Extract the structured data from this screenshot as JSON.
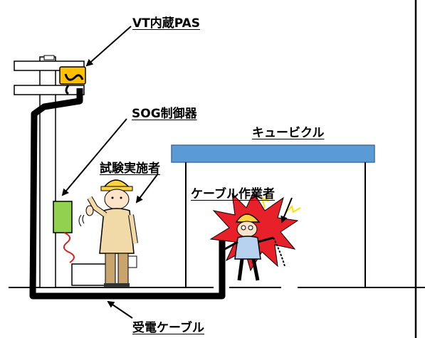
{
  "labels": {
    "vt_pas": "VT内蔵PAS",
    "sog_controller": "SOG制御器",
    "cubicle": "キュービクル",
    "tester": "試験実施者",
    "cable_worker": "ケーブル作業者",
    "receiving_cable": "受電ケーブル"
  },
  "colors": {
    "cubicle_roof": "#5b9bd5",
    "sog_box": "#92d050",
    "pas_box": "#ffc000",
    "helmet": "#ffd23f",
    "cable": "#000000",
    "wire_red": "#e02020",
    "spark_red": "#e8202a",
    "spark_yellow": "#ffe000",
    "arrow": "#000000"
  },
  "icons": {
    "tester": "worker-pointing-icon",
    "cable_worker": "electrocuted-worker-icon",
    "spark": "spark-burst-icon"
  }
}
